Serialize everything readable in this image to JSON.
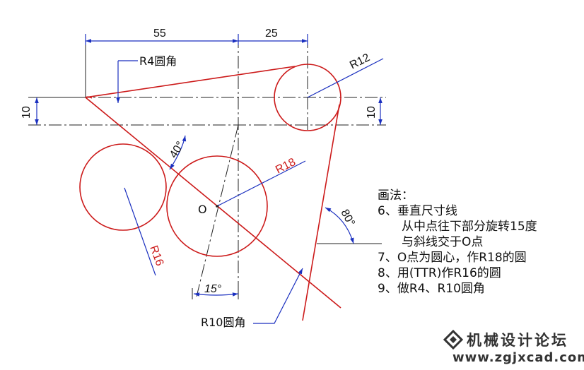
{
  "dimensions": {
    "horizontal_55": "55",
    "horizontal_25": "25",
    "vertical_left_10": "10",
    "vertical_right_10": "10",
    "radius_r12": "R12",
    "radius_r18": "R18",
    "radius_r16": "R16",
    "angle_40": "40°",
    "angle_80": "80°",
    "angle_15": "15°"
  },
  "labels": {
    "fillet_r4": "R4圆角",
    "fillet_r10": "R10圆角",
    "point_o": "O"
  },
  "notes": {
    "title": "画法：",
    "step6_line1": "6、垂直尺寸线",
    "step6_line2": "从中点往下部分旋转15度",
    "step6_line3": "与斜线交于O点",
    "step7": "7、O点为圆心，作R18的圆",
    "step8": "8、用(TTR)作R16的圆",
    "step9": "9、做R4、R10圆角"
  },
  "watermark": {
    "title": "机械设计论坛",
    "url": "www.zgjxcad.com"
  },
  "colors": {
    "geometry": "#cc1a1a",
    "dimension": "#1a2fbf",
    "centerline": "#222222"
  }
}
